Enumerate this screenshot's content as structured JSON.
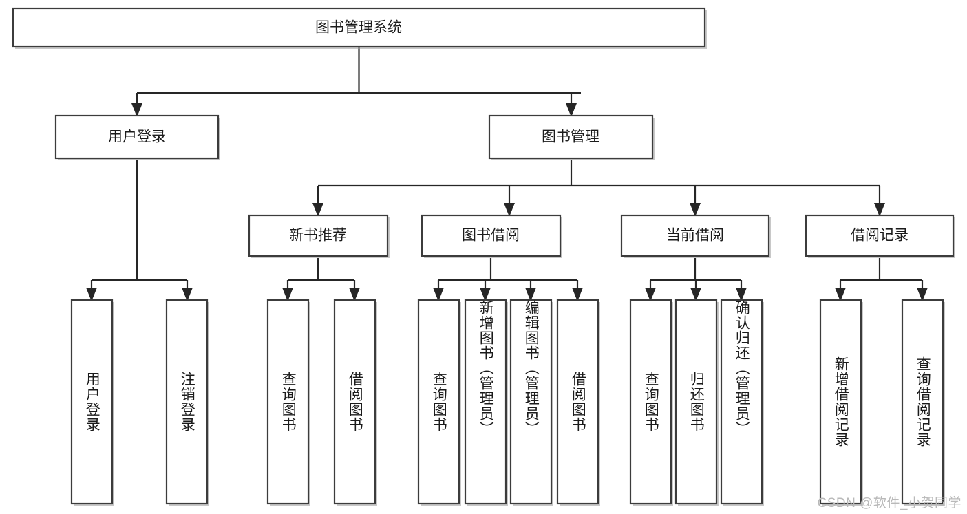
{
  "figure": {
    "type": "tree-diagram",
    "title": "图书管理系统",
    "orientation": "top-down",
    "colors": {
      "node_fill": "#ffffff",
      "node_stroke": "#3c3c3c",
      "connector": "#262626",
      "text": "#1b1b1b",
      "watermark": "#b9b9b9",
      "background": "#ffffff"
    }
  },
  "watermark": {
    "text": "CSDN @软件_小贺同学"
  },
  "nodes": {
    "root": {
      "label": "图书管理系统"
    },
    "level2": [
      {
        "id": "user-login",
        "label": "用户登录"
      },
      {
        "id": "book-management",
        "label": "图书管理"
      }
    ],
    "level3": [
      {
        "id": "new-book-recommend",
        "label": "新书推荐"
      },
      {
        "id": "book-borrow",
        "label": "图书借阅"
      },
      {
        "id": "current-borrow",
        "label": "当前借阅"
      },
      {
        "id": "borrow-record",
        "label": "借阅记录"
      }
    ],
    "leaves": [
      {
        "id": "leaf-user-login",
        "label": "用户登录"
      },
      {
        "id": "leaf-logout-login",
        "label": "注销登录"
      },
      {
        "id": "leaf-query-book-1",
        "label": "查询图书"
      },
      {
        "id": "leaf-borrow-book-1",
        "label": "借阅图书"
      },
      {
        "id": "leaf-query-book-2",
        "label": "查询图书"
      },
      {
        "id": "leaf-add-book",
        "label": "新增图书（管理员）"
      },
      {
        "id": "leaf-edit-book",
        "label": "编辑图书（管理员）"
      },
      {
        "id": "leaf-borrow-book-2",
        "label": "借阅图书"
      },
      {
        "id": "leaf-query-book-3",
        "label": "查询图书"
      },
      {
        "id": "leaf-return-book",
        "label": "归还图书"
      },
      {
        "id": "leaf-confirm-return",
        "label": "确认归还（管理员）"
      },
      {
        "id": "leaf-add-borrow-record",
        "label": "新增借阅记录"
      },
      {
        "id": "leaf-query-borrow-record",
        "label": "查询借阅记录"
      }
    ]
  },
  "edges": [
    {
      "from": "root",
      "to": "user-login"
    },
    {
      "from": "root",
      "to": "book-management"
    },
    {
      "from": "user-login",
      "to": "leaf-user-login"
    },
    {
      "from": "user-login",
      "to": "leaf-logout-login"
    },
    {
      "from": "book-management",
      "to": "new-book-recommend"
    },
    {
      "from": "book-management",
      "to": "book-borrow"
    },
    {
      "from": "book-management",
      "to": "current-borrow"
    },
    {
      "from": "book-management",
      "to": "borrow-record"
    },
    {
      "from": "new-book-recommend",
      "to": "leaf-query-book-1"
    },
    {
      "from": "new-book-recommend",
      "to": "leaf-borrow-book-1"
    },
    {
      "from": "book-borrow",
      "to": "leaf-query-book-2"
    },
    {
      "from": "book-borrow",
      "to": "leaf-add-book"
    },
    {
      "from": "book-borrow",
      "to": "leaf-edit-book"
    },
    {
      "from": "book-borrow",
      "to": "leaf-borrow-book-2"
    },
    {
      "from": "current-borrow",
      "to": "leaf-query-book-3"
    },
    {
      "from": "current-borrow",
      "to": "leaf-return-book"
    },
    {
      "from": "current-borrow",
      "to": "leaf-confirm-return"
    },
    {
      "from": "borrow-record",
      "to": "leaf-add-borrow-record"
    },
    {
      "from": "borrow-record",
      "to": "leaf-query-borrow-record"
    }
  ]
}
